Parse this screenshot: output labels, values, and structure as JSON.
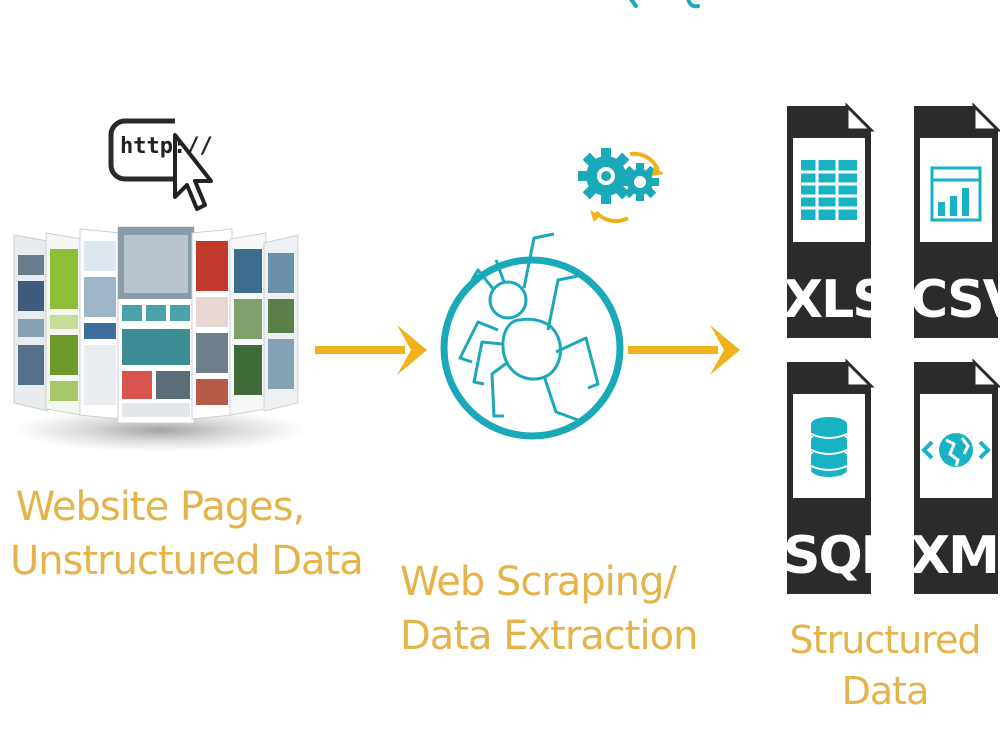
{
  "url_bar": {
    "text": "http://"
  },
  "sections": {
    "source": {
      "caption_line1": "Website Pages,",
      "caption_line2": "Unstructured Data"
    },
    "process": {
      "caption_line1": "Web Scraping/",
      "caption_line2": "Data Extraction"
    },
    "output": {
      "caption": "Structured Data"
    }
  },
  "file_formats": [
    {
      "label": "XLS",
      "icon": "spreadsheet-table-icon"
    },
    {
      "label": "CSV",
      "icon": "bar-chart-sheet-icon"
    },
    {
      "label": "SQL",
      "icon": "database-icon"
    },
    {
      "label": "XML",
      "icon": "globe-code-icon"
    }
  ],
  "colors": {
    "caption": "#e4b44a",
    "arrow": "#efb21b",
    "teal": "#1aa9b8",
    "file_dark": "#2b2b2b"
  }
}
